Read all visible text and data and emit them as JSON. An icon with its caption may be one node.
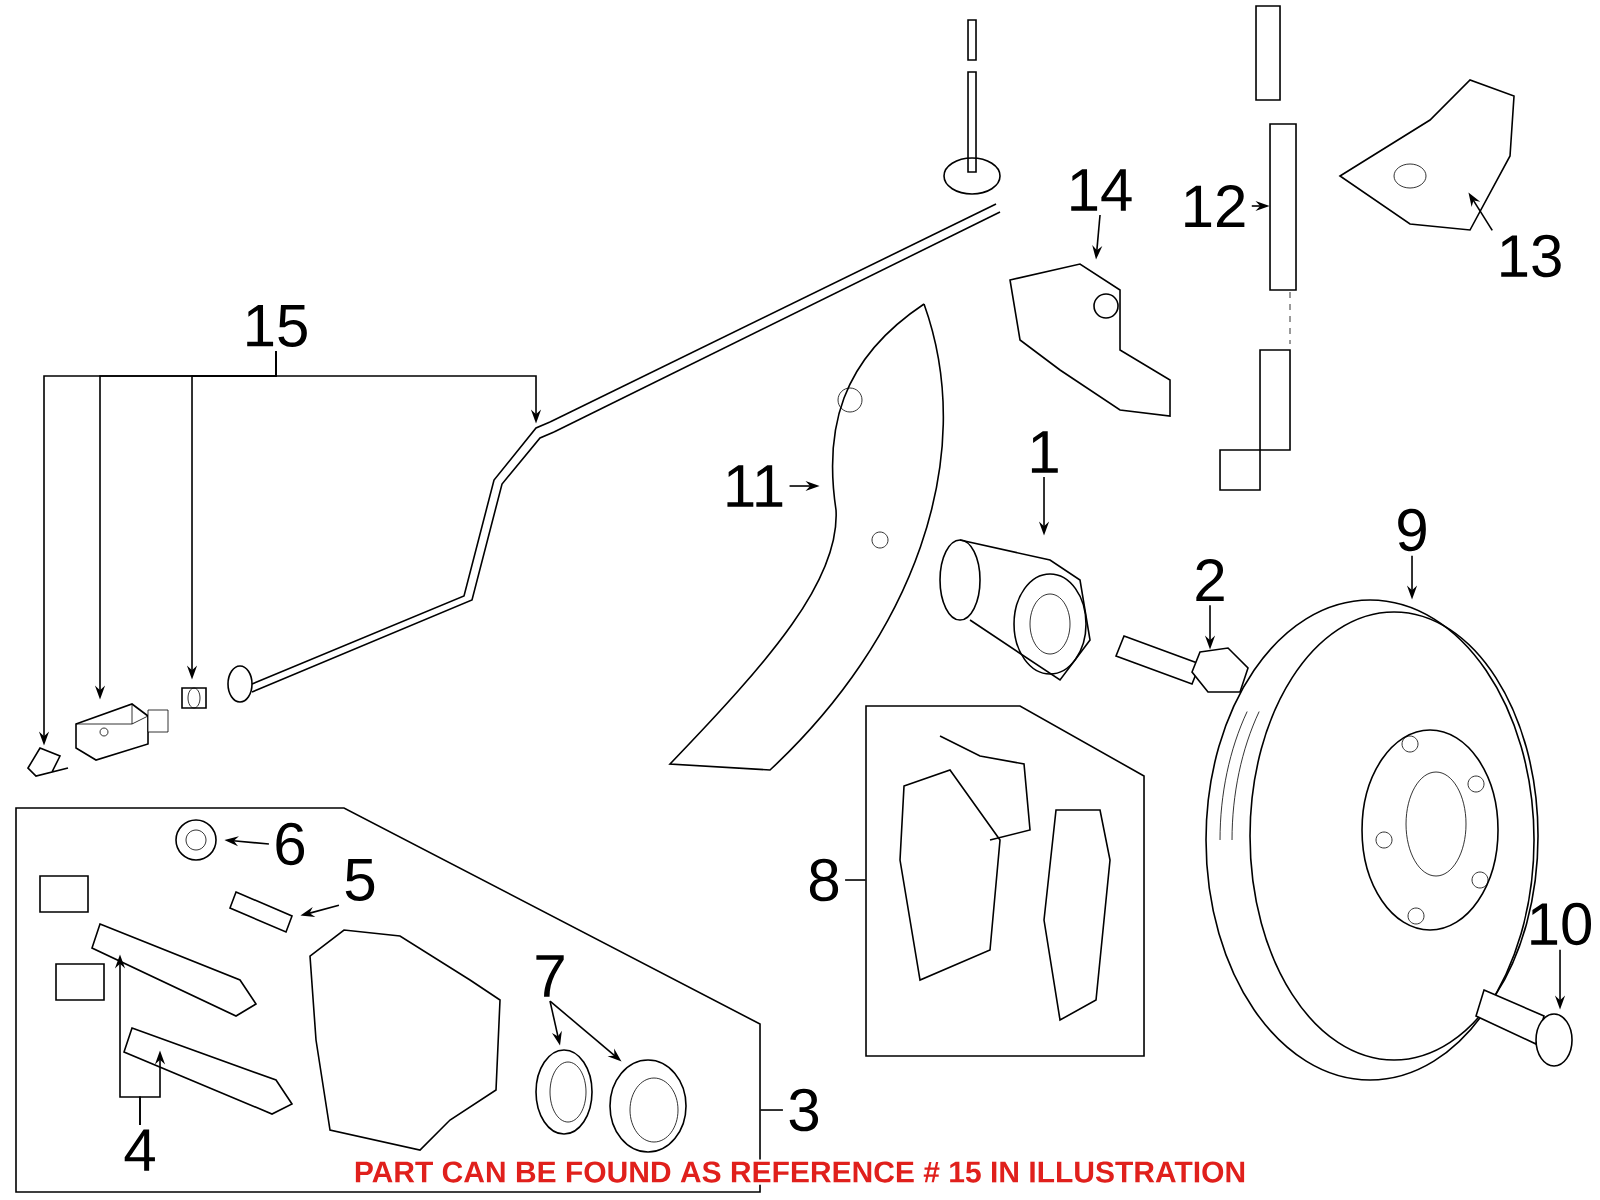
{
  "diagram": {
    "nodes": [
      {
        "text": [
          "15"
        ]
      },
      {
        "text": [],
        "shape": "picture"
      },
      {
        "text": [],
        "shape": "picture"
      },
      {
        "text": [],
        "shape": "picture"
      },
      {
        "text": [],
        "shape": "picture"
      },
      {
        "text": [
          "14"
        ]
      },
      {
        "text": [],
        "shape": "picture"
      },
      {
        "text": [
          "12"
        ]
      },
      {
        "text": [],
        "shape": "picture"
      },
      {
        "text": [
          "13"
        ]
      },
      {
        "text": [],
        "shape": "picture"
      },
      {
        "text": [
          "11"
        ]
      },
      {
        "text": [],
        "shape": "picture"
      },
      {
        "text": [
          "1"
        ]
      },
      {
        "text": [],
        "shape": "picture"
      },
      {
        "text": [
          "2"
        ]
      },
      {
        "text": [],
        "shape": "picture"
      },
      {
        "text": [
          "9"
        ]
      },
      {
        "text": [],
        "shape": "picture"
      },
      {
        "text": [
          "10"
        ]
      },
      {
        "text": [],
        "shape": "picture"
      },
      {
        "text": [
          "8"
        ]
      },
      {
        "text": [],
        "shape": "box"
      },
      {
        "text": [
          "3"
        ]
      },
      {
        "text": [],
        "shape": "box"
      },
      {
        "text": [
          "6"
        ],
        "in": 24
      },
      {
        "text": [],
        "shape": "picture",
        "in": 24
      },
      {
        "text": [
          "5"
        ],
        "in": 24
      },
      {
        "text": [],
        "shape": "picture",
        "in": 24
      },
      {
        "text": [
          "4"
        ],
        "in": 24
      },
      {
        "text": [],
        "shape": "picture",
        "in": 24
      },
      {
        "text": [],
        "shape": "picture",
        "in": 24
      },
      {
        "text": [
          "7"
        ],
        "in": 24
      },
      {
        "text": [],
        "shape": "picture",
        "in": 24
      },
      {
        "text": [],
        "shape": "picture",
        "in": 24
      }
    ],
    "edges": [
      {
        "from": 0,
        "to": 1,
        "arrow": "to"
      },
      {
        "from": 0,
        "to": 2,
        "arrow": "to"
      },
      {
        "from": 0,
        "to": 3,
        "arrow": "to"
      },
      {
        "from": 0,
        "to": 4,
        "arrow": "to"
      },
      {
        "from": 5,
        "to": 6,
        "arrow": "to"
      },
      {
        "from": 7,
        "to": 8,
        "arrow": "to"
      },
      {
        "from": 9,
        "to": 10,
        "arrow": "to"
      },
      {
        "from": 11,
        "to": 12,
        "arrow": "to"
      },
      {
        "from": 13,
        "to": 14,
        "arrow": "to"
      },
      {
        "from": 15,
        "to": 16,
        "arrow": "to"
      },
      {
        "from": 17,
        "to": 18,
        "arrow": "to"
      },
      {
        "from": 19,
        "to": 20,
        "arrow": "to"
      },
      {
        "from": 21,
        "to": 22,
        "arrow": "none"
      },
      {
        "from": 23,
        "to": 24,
        "arrow": "none"
      },
      {
        "from": 25,
        "to": 26,
        "arrow": "to"
      },
      {
        "from": 27,
        "to": 28,
        "arrow": "to"
      },
      {
        "from": 29,
        "to": 30,
        "arrow": "to"
      },
      {
        "from": 29,
        "to": 31,
        "arrow": "to"
      },
      {
        "from": 32,
        "to": 33,
        "arrow": "to"
      },
      {
        "from": 32,
        "to": 34,
        "arrow": "to"
      }
    ],
    "labels": [
      "PART CAN BE FOUND AS REFERENCE # 15 IN ILLUSTRATION"
    ]
  }
}
